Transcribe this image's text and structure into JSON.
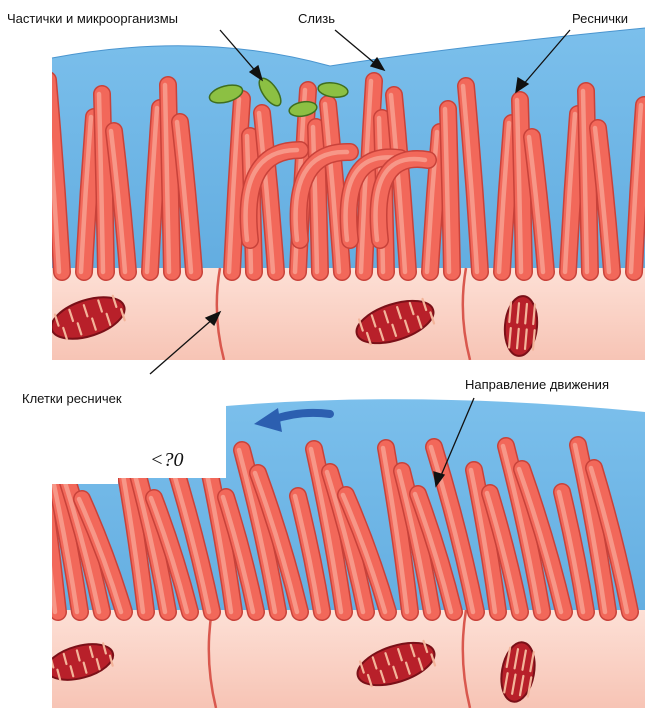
{
  "labels": {
    "particles": "Частички и микроорганизмы",
    "mucus": "Слизь",
    "cilia": "Реснички",
    "ciliated_cells": "Клетки ресничек",
    "direction": "Направление движения",
    "scan_mark": "<?0"
  },
  "colors": {
    "mucus": "#6fb6e8",
    "mucus_dark": "#4f9fd8",
    "cilia": "#f2685a",
    "cilia_light": "#f7a394",
    "cell": "#fbd3c8",
    "mitochondria": "#b8202a",
    "particles": "#7db23a",
    "arrow": "#2c5fb0"
  },
  "icons": [
    "mucus-layer",
    "cilium",
    "mitochondrion",
    "particle",
    "direction-arrow"
  ]
}
